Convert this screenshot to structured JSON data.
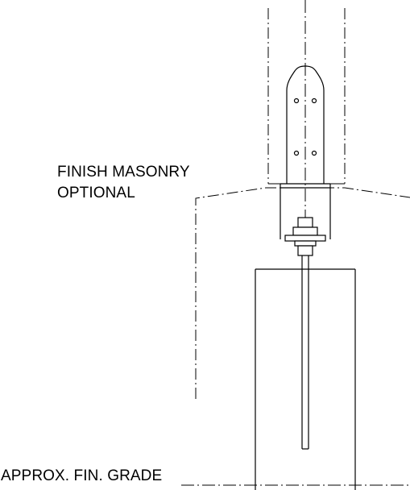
{
  "annotations": {
    "finish_masonry_line1": "FINISH MASONRY",
    "finish_masonry_line2": "OPTIONAL",
    "approx_grade": "APPROX. FIN. GRADE"
  },
  "colors": {
    "line": "#000000",
    "background": "#ffffff"
  }
}
